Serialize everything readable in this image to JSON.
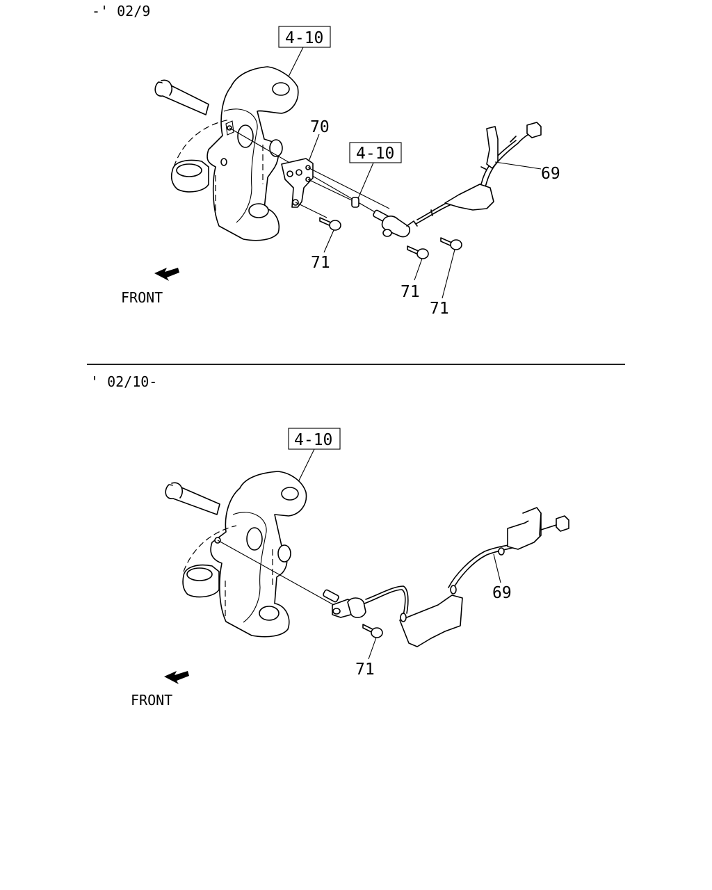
{
  "sections": [
    {
      "date_range": "-' 02/9",
      "ref_box": "4-10",
      "ref_box_2": "4-10",
      "labels": {
        "bracket": "70",
        "sensor_harness": "69",
        "bolt_a": "71",
        "bolt_b": "71",
        "bolt_c": "71"
      },
      "direction": "FRONT"
    },
    {
      "date_range": "' 02/10-",
      "ref_box": "4-10",
      "labels": {
        "sensor_harness": "69",
        "bolt_a": "71"
      },
      "direction": "FRONT"
    }
  ]
}
